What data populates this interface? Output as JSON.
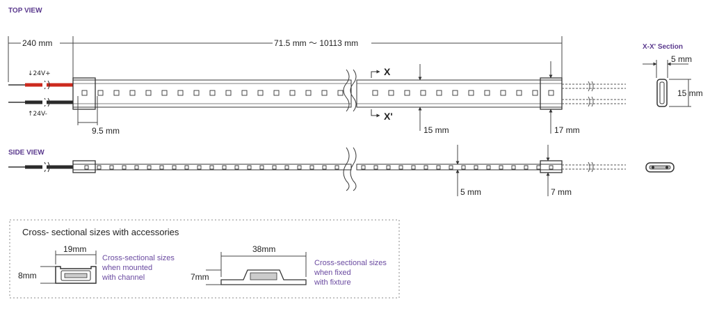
{
  "top_view": {
    "heading": "TOP VIEW",
    "dim_lead": "240 mm",
    "dim_length": "71.5 mm ～ 10113 mm",
    "wire_pos": "24V+",
    "wire_neg": "24V-",
    "pitch": "9.5 mm",
    "section_mark_x": "X",
    "section_mark_x2": "X'",
    "width_strip": "15 mm",
    "width_endcap": "17 mm"
  },
  "section": {
    "title": "X-X' Section",
    "thickness": "5 mm",
    "height": "15 mm"
  },
  "side_view": {
    "heading": "SIDE VIEW",
    "thickness_strip": "5 mm",
    "thickness_endcap": "7 mm"
  },
  "accessories": {
    "title": "Cross- sectional sizes with accessories",
    "channel": {
      "width": "19mm",
      "height": "8mm",
      "caption": [
        "Cross-sectional sizes",
        "when mounted",
        "with channel"
      ]
    },
    "fixture": {
      "width": "38mm",
      "height": "7mm",
      "caption": [
        "Cross-sectional sizes",
        "when fixed",
        "with fixture"
      ]
    }
  },
  "colors": {
    "heading": "#5b3a8e",
    "caption": "#6a4aa0",
    "wire_red": "#cc2a1e",
    "wire_black": "#2a2a2a",
    "line": "#333333"
  }
}
